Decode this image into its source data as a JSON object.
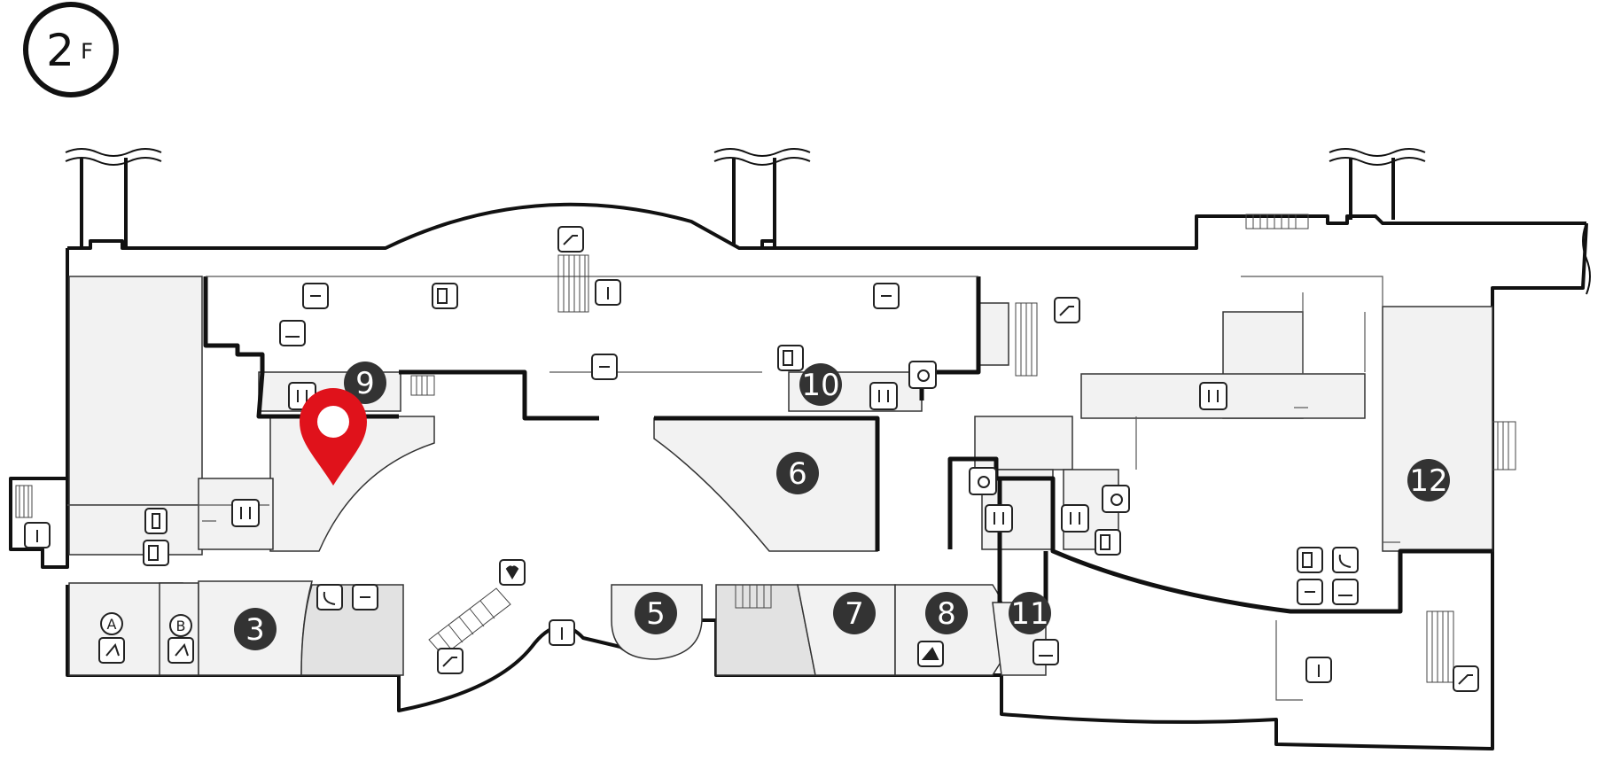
{
  "floor": {
    "number": "2",
    "suffix": "F"
  },
  "shop_markers": [
    "3",
    "5",
    "6",
    "7",
    "8",
    "9",
    "10",
    "11",
    "12"
  ],
  "zone_labels": [
    "A",
    "B"
  ],
  "colors": {
    "wall": "#111111",
    "room_fill": "#f2f2f2",
    "room_dark_fill": "#e2e2e2",
    "marker_fill": "#333333",
    "pin": "#e0121b"
  },
  "icons": [
    "escalator-icon",
    "elevator-icon",
    "restroom-icon",
    "accessible-restroom-icon",
    "charging-icon",
    "vending-machine-icon",
    "smoking-area-icon",
    "telephone-icon",
    "aed-icon",
    "nursing-room-icon",
    "massage-chair-icon",
    "coin-locker-icon"
  ]
}
